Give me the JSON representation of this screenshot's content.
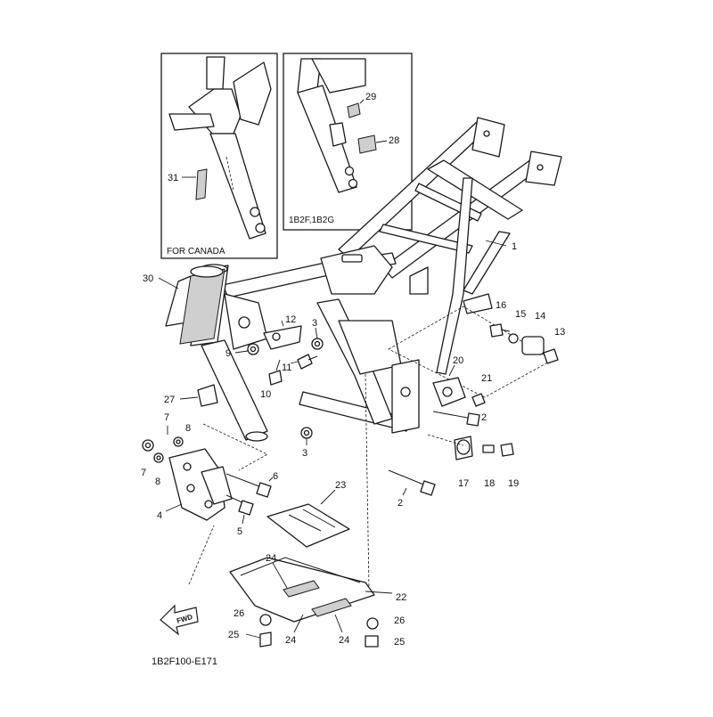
{
  "insets": {
    "left": {
      "caption": "FOR CANADA",
      "callouts": [
        "31"
      ]
    },
    "right": {
      "caption": "1B2F,1B2G",
      "callouts": [
        "29",
        "28"
      ]
    }
  },
  "callouts": {
    "c1": "1",
    "c2a": "2",
    "c2b": "2",
    "c3a": "3",
    "c3b": "3",
    "c4": "4",
    "c5": "5",
    "c6": "6",
    "c7a": "7",
    "c7b": "7",
    "c8a": "8",
    "c8b": "8",
    "c9": "9",
    "c10": "10",
    "c11": "11",
    "c12": "12",
    "c13": "13",
    "c14": "14",
    "c15": "15",
    "c16": "16",
    "c17": "17",
    "c18": "18",
    "c19": "19",
    "c20": "20",
    "c21": "21",
    "c22": "22",
    "c23": "23",
    "c24a": "24",
    "c24b": "24",
    "c24c": "24",
    "c25a": "25",
    "c25b": "25",
    "c26a": "26",
    "c26b": "26",
    "c27": "27",
    "c30": "30"
  },
  "fwd_label": "FWD",
  "diagram_code": "1B2F100-E171"
}
